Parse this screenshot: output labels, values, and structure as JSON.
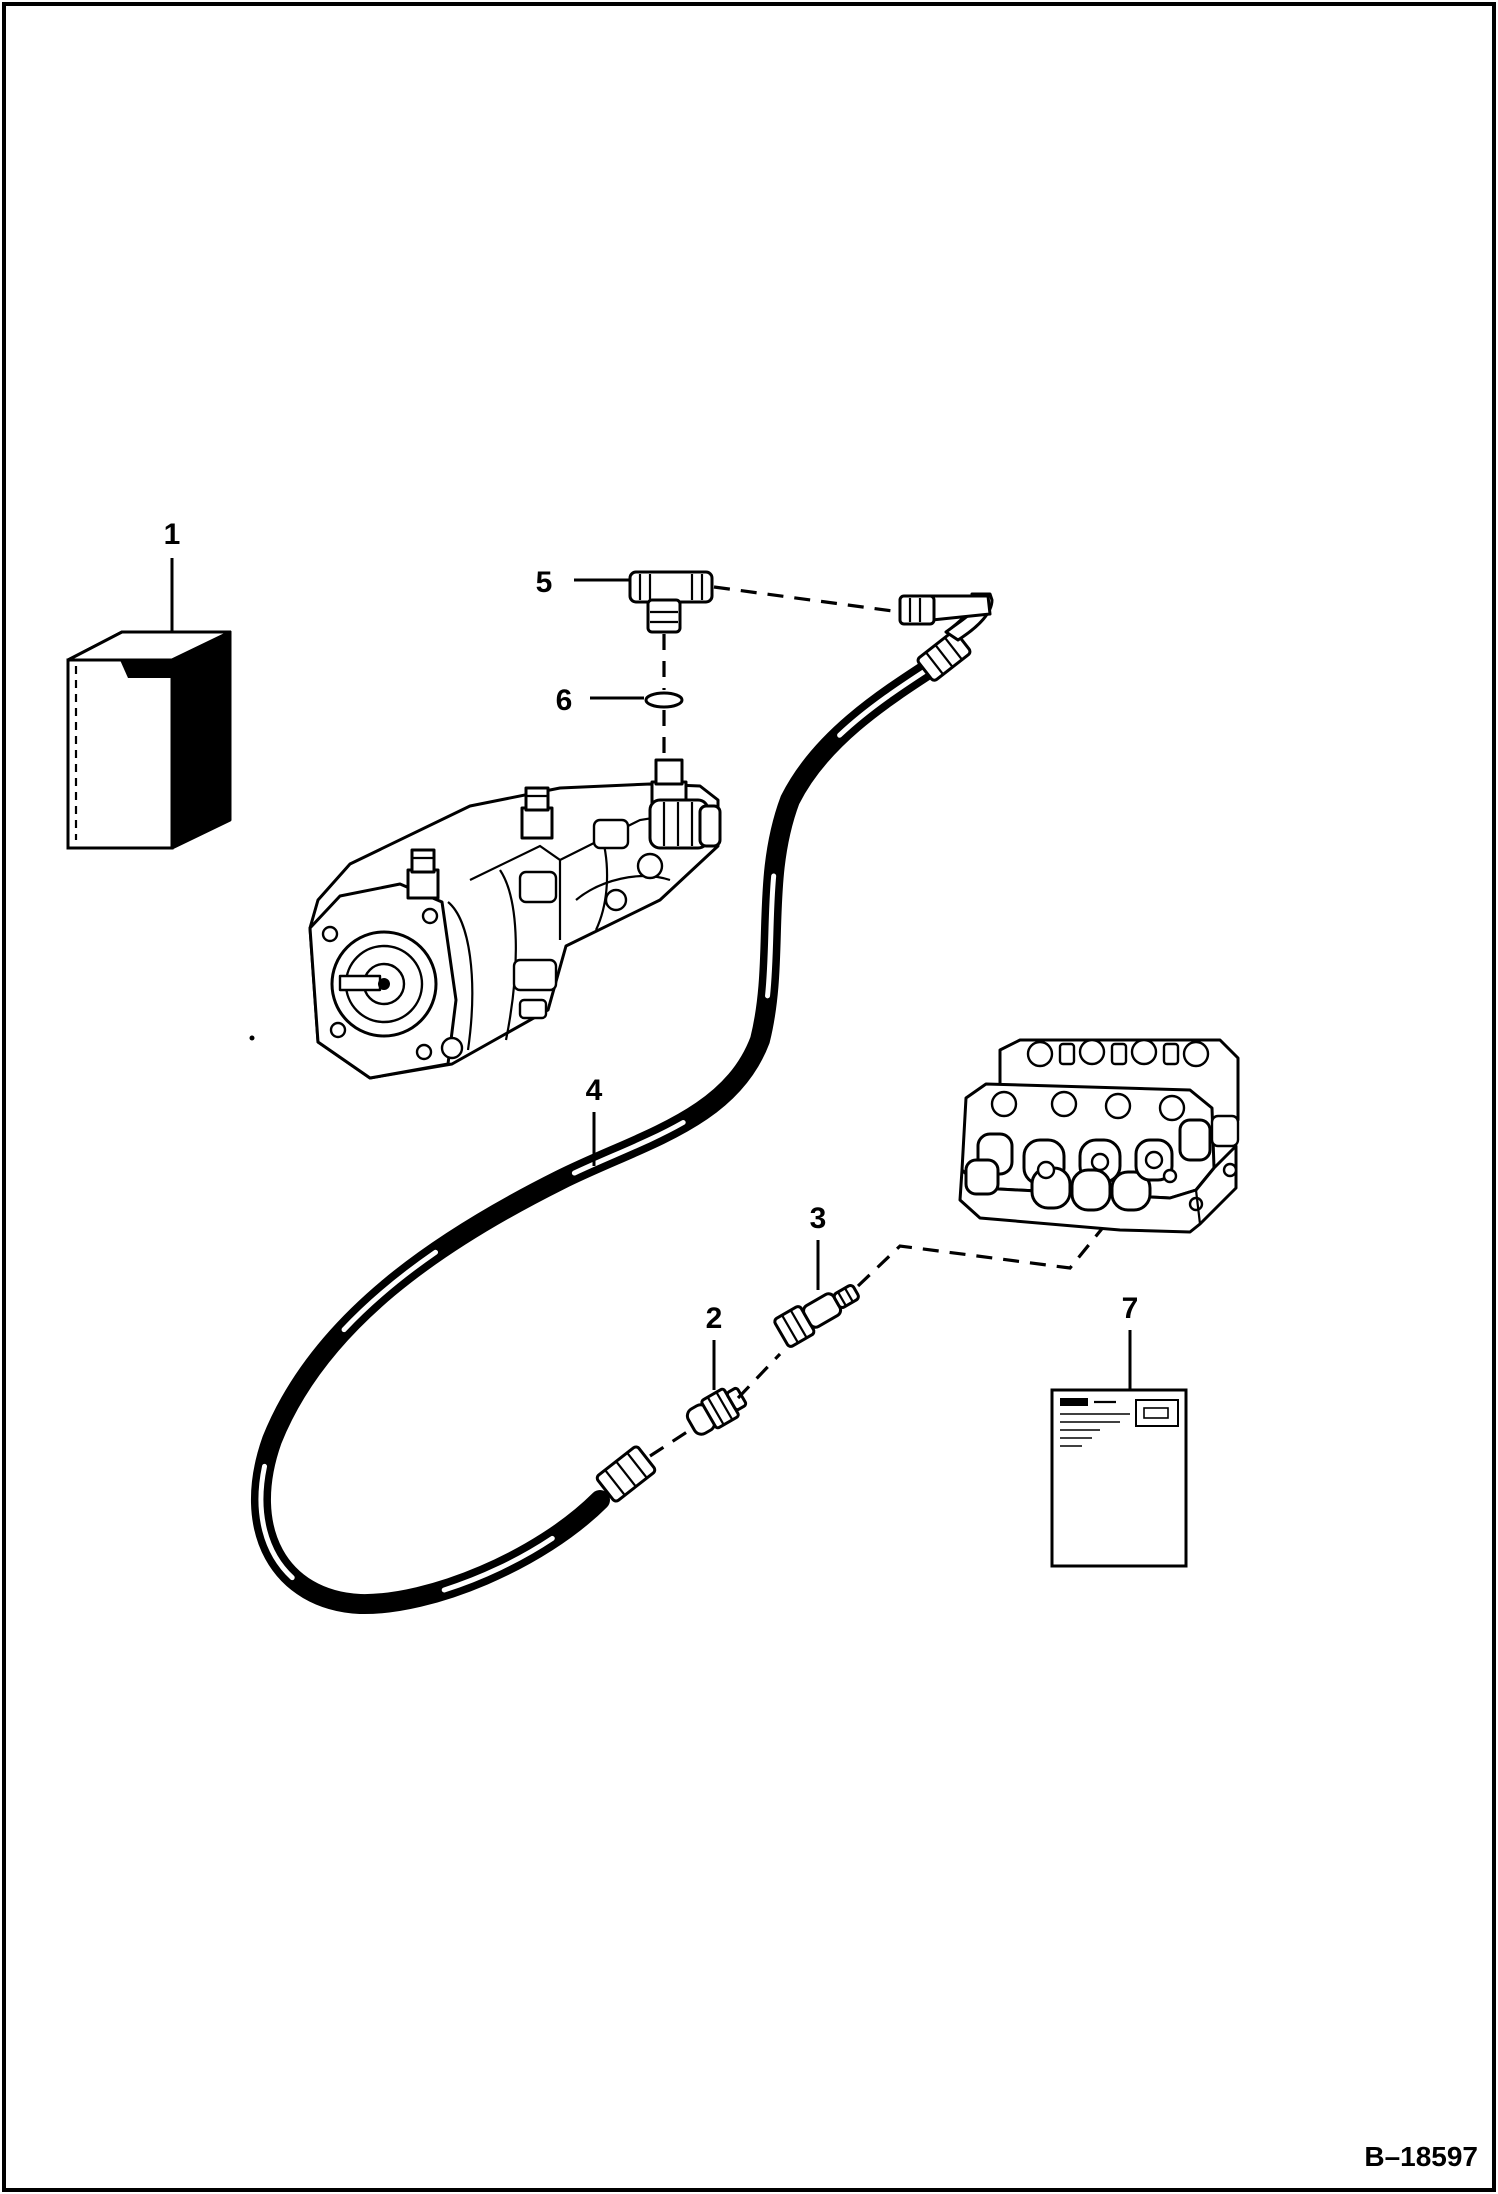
{
  "figure_id": "B–18597",
  "callouts": [
    {
      "id": "callout-1",
      "label": "1"
    },
    {
      "id": "callout-2",
      "label": "2"
    },
    {
      "id": "callout-3",
      "label": "3"
    },
    {
      "id": "callout-4",
      "label": "4"
    },
    {
      "id": "callout-5",
      "label": "5"
    },
    {
      "id": "callout-6",
      "label": "6"
    },
    {
      "id": "callout-7",
      "label": "7"
    }
  ]
}
